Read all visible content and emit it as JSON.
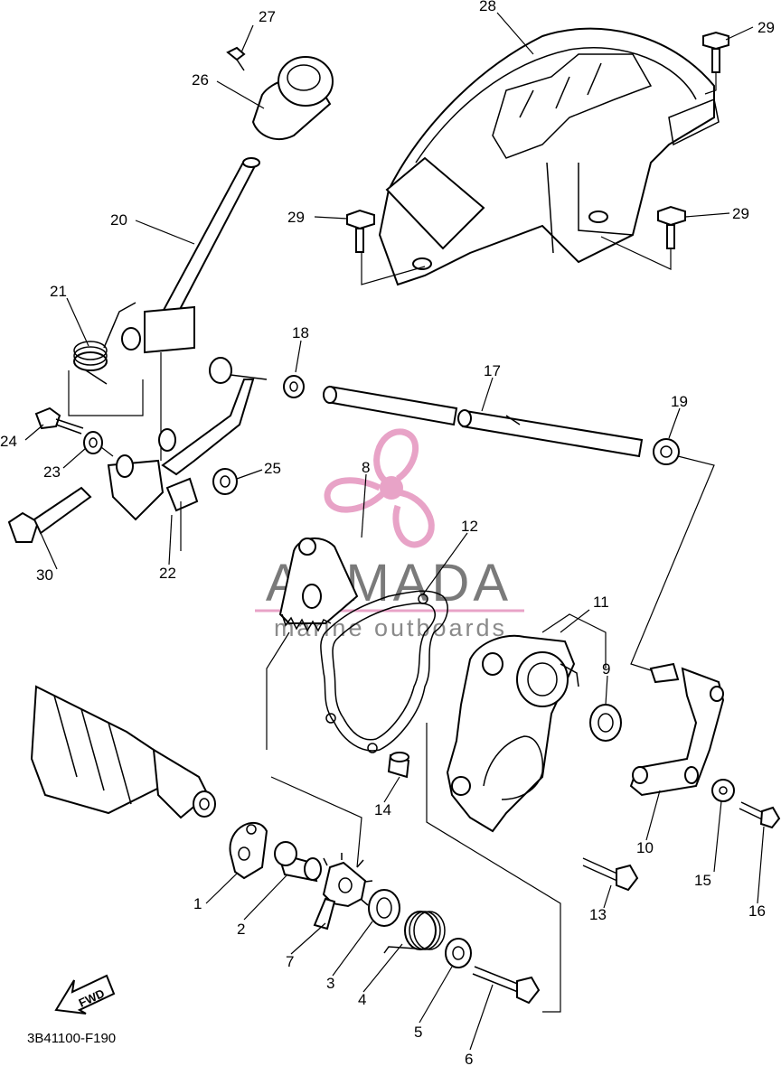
{
  "diagram_code": "3B41100-F190",
  "fwd_label": "FWD",
  "watermark": {
    "brand": "ARMADA",
    "tagline": "marine outboards",
    "logo_color": "#e8a3c7",
    "text_color": "#7a7a7a"
  },
  "callouts": {
    "c1": "1",
    "c2": "2",
    "c3": "3",
    "c4": "4",
    "c5": "5",
    "c6": "6",
    "c7": "7",
    "c8": "8",
    "c9": "9",
    "c10": "10",
    "c11": "11",
    "c12": "12",
    "c13": "13",
    "c14": "14",
    "c15": "15",
    "c16": "16",
    "c17": "17",
    "c18": "18",
    "c19": "19",
    "c20": "20",
    "c21": "21",
    "c22": "22",
    "c23": "23",
    "c24": "24",
    "c25": "25",
    "c26": "26",
    "c27": "27",
    "c28": "28",
    "c29a": "29",
    "c29b": "29",
    "c29c": "29",
    "c30": "30"
  }
}
